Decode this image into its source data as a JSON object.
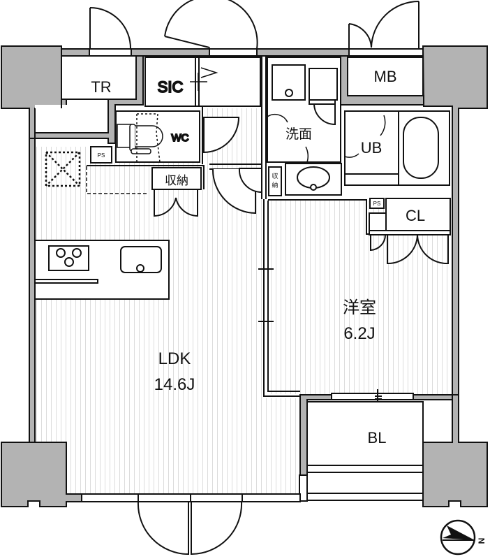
{
  "plan": {
    "rooms": {
      "tr": "TR",
      "sic": "SIC",
      "mb": "MB",
      "wc": "WC",
      "washroom": "洗面",
      "ub": "UB",
      "storage_hall": "収納",
      "storage_small_1": "収",
      "storage_small_2": "納",
      "ps_left": "PS",
      "ps_right": "PS",
      "cl": "CL",
      "ldk_name": "LDK",
      "ldk_size": "14.6J",
      "bedroom_name": "洋室",
      "bedroom_size": "6.2J",
      "bl": "BL"
    },
    "compass": {
      "icon": "north-arrow-icon",
      "label": "N"
    },
    "colors": {
      "wall": "#b3b3b3",
      "line": "#111111",
      "floor_hatch": "#dddddd",
      "background": "#ffffff"
    }
  }
}
